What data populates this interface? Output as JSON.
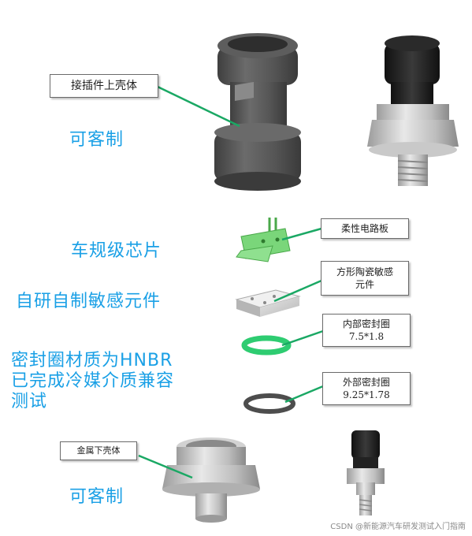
{
  "callouts": {
    "upper_shell": "接插件上壳体",
    "flex_pcb": "柔性电路板",
    "ceramic_line1": "方形陶瓷敏感",
    "ceramic_line2": "元件",
    "inner_seal_line1": "内部密封圈",
    "inner_seal_line2": "7.5*1.8",
    "outer_seal_line1": "外部密封圈",
    "outer_seal_line2": "9.25*1.78",
    "lower_shell": "金属下壳体"
  },
  "captions": {
    "customizable_top": "可客制",
    "automotive_chip": "车规级芯片",
    "self_developed": "自研自制敏感元件",
    "seal_line1": "密封圈材质为HNBR",
    "seal_line2": "已完成冷媒介质兼容",
    "seal_line3": "测试",
    "customizable_bottom": "可客制"
  },
  "watermark": "CSDN @新能源汽车研发测试入门指南",
  "colors": {
    "caption_blue": "#1aa0e6",
    "leader_green": "#1aa864",
    "pcb_green": "#7ad67a",
    "seal_green": "#2ecc71",
    "shell_gray": "#5a5a5a"
  }
}
